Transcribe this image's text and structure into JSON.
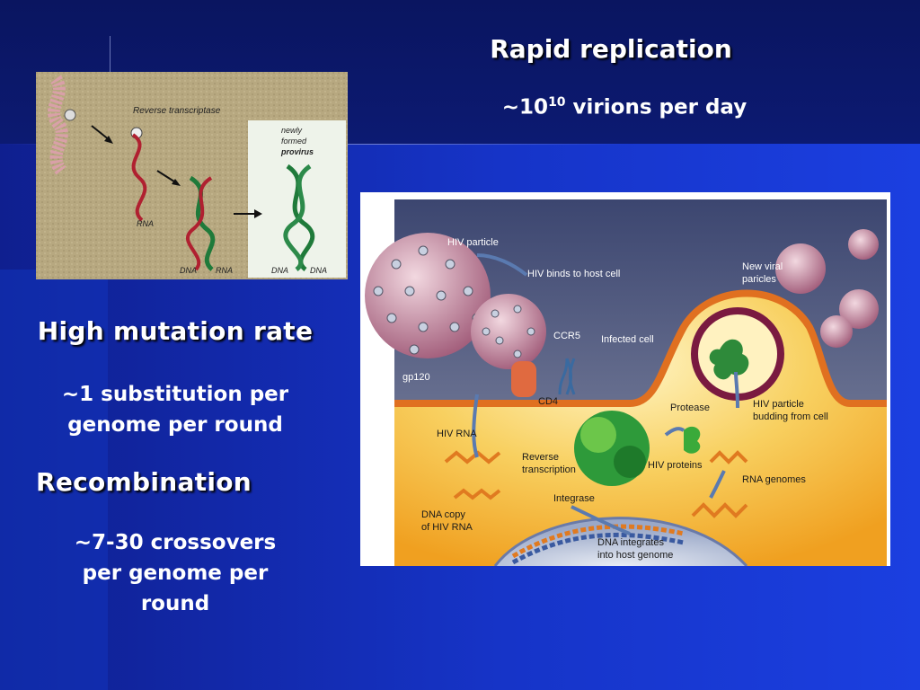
{
  "slide": {
    "title": "Rapid replication",
    "rate_prefix": "~10",
    "rate_exp": "10",
    "rate_suffix": " virions per day",
    "mutation_heading": "High mutation rate",
    "mutation_line1": "~1 substitution per",
    "mutation_line2": "genome per round",
    "recomb_heading": "Recombination",
    "recomb_line1": "~7-30 crossovers",
    "recomb_line2": "per genome per",
    "recomb_line3": "round"
  },
  "rt_figure": {
    "label_rt": "Reverse transcriptase",
    "label_rna": "RNA",
    "label_dna1": "DNA",
    "label_rna2": "RNA",
    "label_dna2": "DNA",
    "label_dna3": "DNA",
    "provirus_l1": "newly",
    "provirus_l2": "formed",
    "provirus_l3": "provirus"
  },
  "hiv_figure": {
    "hiv_particle": "HIV particle",
    "binds": "HIV binds to host cell",
    "new_viral_1": "New viral",
    "new_viral_2": "paricles",
    "ccr5": "CCR5",
    "infected_cell": "Infected cell",
    "gp120": "gp120",
    "cd4": "CD4",
    "protease": "Protease",
    "budding_1": "HIV particle",
    "budding_2": "budding from cell",
    "hiv_rna": "HIV RNA",
    "reverse_1": "Reverse",
    "reverse_2": "transcription",
    "hiv_proteins": "HIV proteins",
    "rna_genomes": "RNA genomes",
    "integrase": "Integrase",
    "dna_copy_1": "DNA copy",
    "dna_copy_2": "of HIV RNA",
    "dna_int_1": "DNA integrates",
    "dna_int_2": "into host genome"
  }
}
